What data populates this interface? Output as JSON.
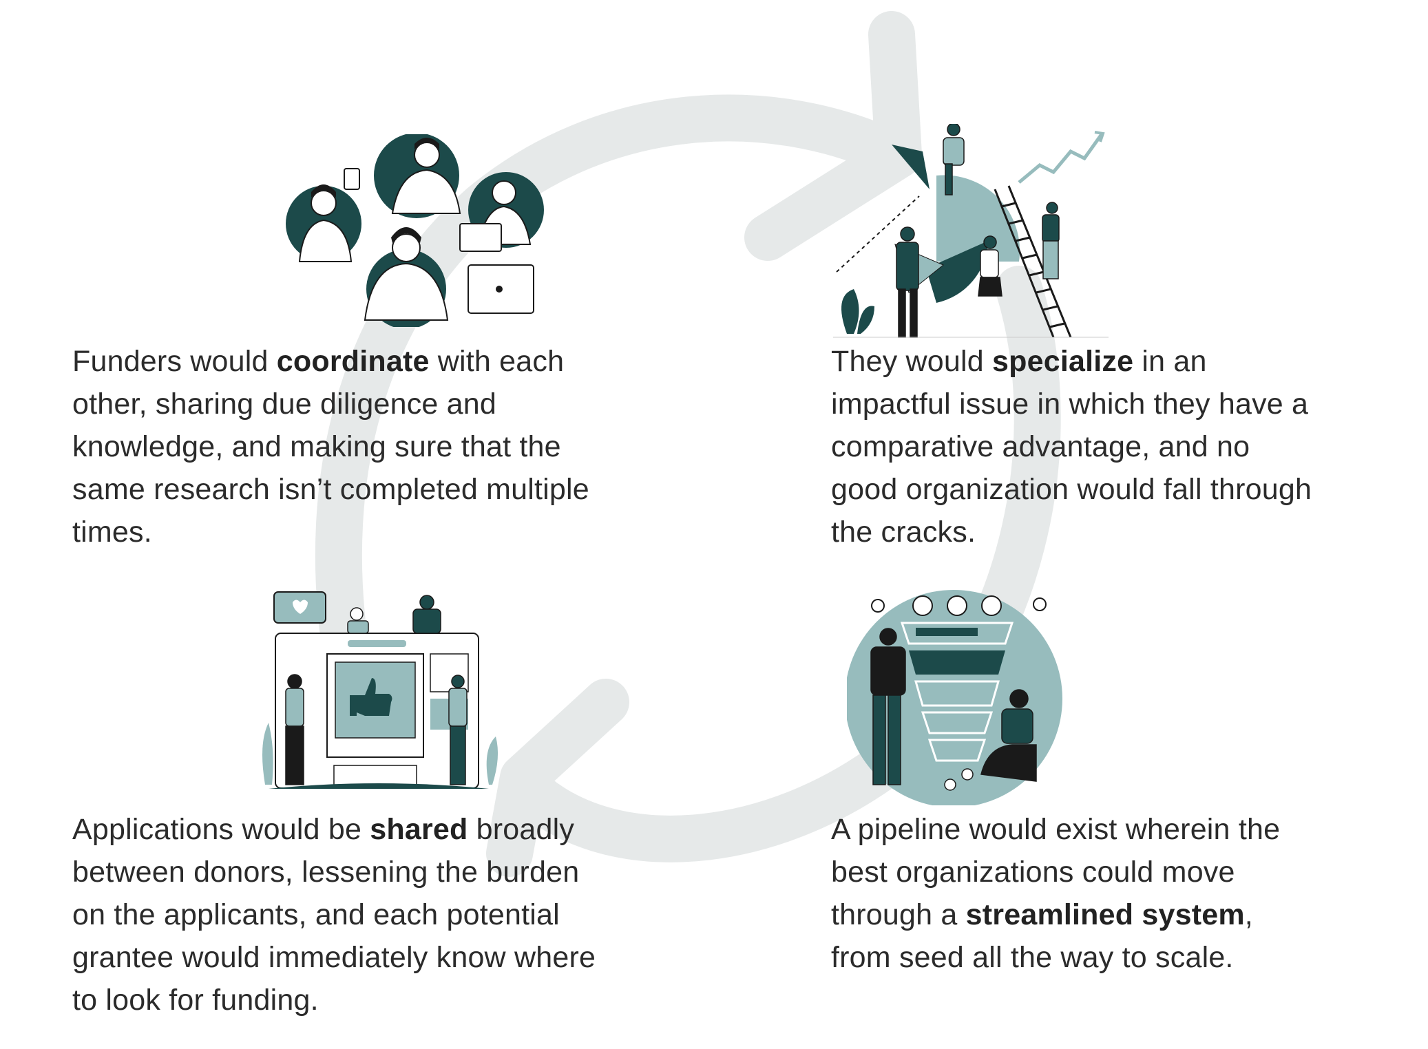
{
  "colors": {
    "cycle_arrow": "#e6e9e9",
    "dark_teal": "#1c4a4a",
    "light_teal": "#97bcbd",
    "text": "#2b2b2b"
  },
  "panels": {
    "coordinate": {
      "pre": "Funders would ",
      "bold": "coordinate",
      "post": " with each other, sharing due diligence and knowledge, and making sure that the same research isn’t completed multiple times.",
      "illustration": "team-video-call-illustration"
    },
    "specialize": {
      "pre": "They would ",
      "bold": "specialize",
      "post": " in an impactful issue in which they have a comparative advantage, and no good organization would fall through the cracks.",
      "illustration": "growth-chart-team-illustration"
    },
    "shared": {
      "pre": "Applications would be ",
      "bold": "shared",
      "post": " broadly between donors, lessening the burden on the applicants, and each potential grantee would immediately know where to look for funding.",
      "illustration": "social-media-like-illustration"
    },
    "streamlined": {
      "pre": "A pipeline would exist wherein the best organizations could move through a ",
      "bold": "streamlined system",
      "post": ", from seed all the way to scale.",
      "illustration": "funnel-pipeline-illustration"
    }
  }
}
